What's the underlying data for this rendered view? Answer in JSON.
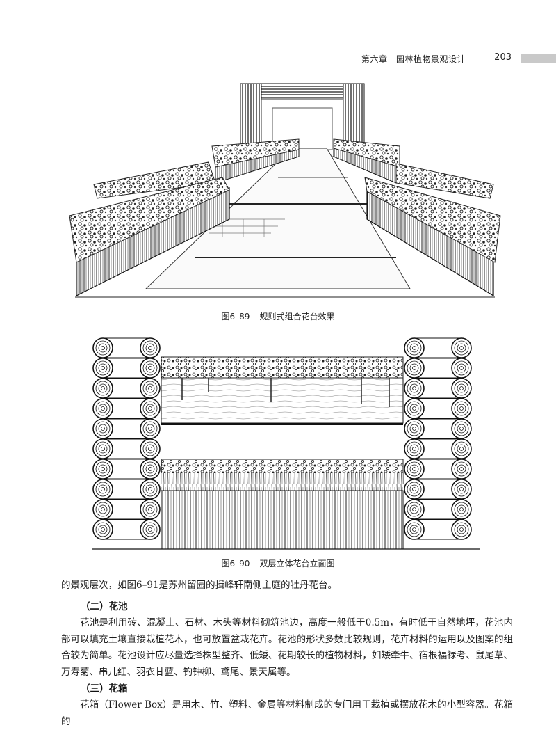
{
  "header": {
    "chapter": "第六章　园林植物景观设计",
    "page_number": "203"
  },
  "figures": [
    {
      "number": "图6–89",
      "title": "规则式组合花台效果"
    },
    {
      "number": "图6–90",
      "title": "双层立体花台立面图"
    }
  ],
  "body": {
    "para1": "的景观层次，如图6–91是苏州留园的揖峰轩南侧主庭的牡丹花台。",
    "heading2": "（二）花池",
    "para2": "花池是利用砖、混凝土、石材、木头等材料砌筑池边，高度一般低于0.5m，有时低于自然地坪，花池内部可以填充土壤直接栽植花木，也可放置盆栽花卉。花池的形状多数比较规则，花卉材料的运用以及图案的组合较为简单。花池设计应尽量选择株型整齐、低矮、花期较长的植物材料，如矮牵牛、宿根福禄考、鼠尾草、万寿菊、串儿红、羽衣甘蓝、钓钟柳、鸢尾、景天属等。",
    "heading3": "（三）花箱",
    "para3": "花箱（Flower Box）是用木、竹、塑料、金属等材料制成的专门用于栽植或摆放花木的小型容器。花箱的"
  }
}
